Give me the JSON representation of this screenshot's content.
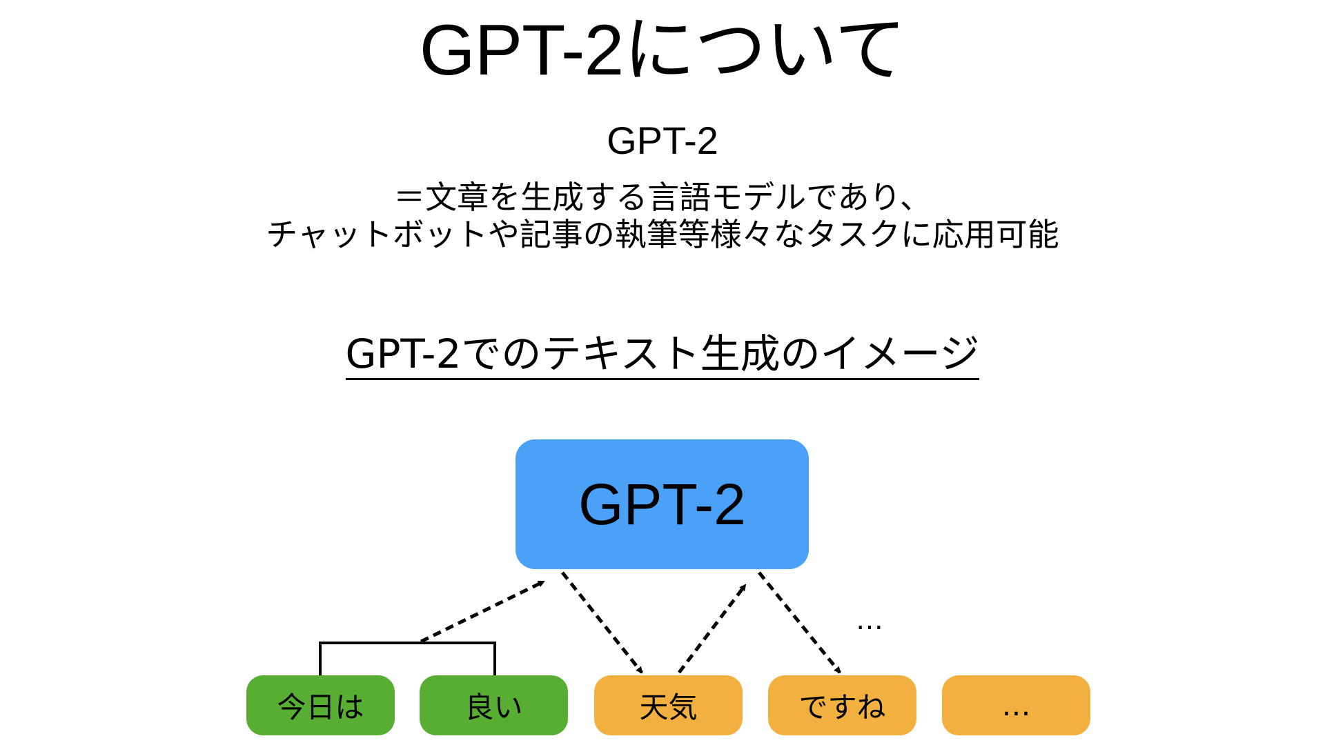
{
  "slide": {
    "title": "GPT-2について",
    "subtitle": "GPT-2",
    "description_lines": [
      "＝文章を生成する言語モデルであり、",
      "チャットボットや記事の執筆等様々なタスクに応用可能"
    ],
    "section_heading": "GPT-2でのテキスト生成のイメージ"
  },
  "diagram": {
    "model_label": "GPT-2",
    "continuation_label": "…",
    "tokens": [
      {
        "label": "今日は",
        "role": "input"
      },
      {
        "label": "良い",
        "role": "input"
      },
      {
        "label": "天気",
        "role": "generated"
      },
      {
        "label": "ですね",
        "role": "generated"
      },
      {
        "label": "…",
        "role": "generated"
      }
    ],
    "colors": {
      "model": "#4BA0F7",
      "input": "#57AE33",
      "generated": "#F1B03F"
    }
  }
}
